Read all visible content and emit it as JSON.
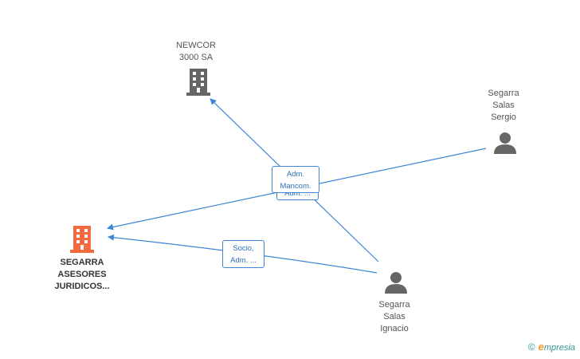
{
  "nodes": {
    "newcor": "NEWCOR\n3000 SA",
    "segarra_asesores": "SEGARRA\nASESORES\nJURIDICOS...",
    "sergio": "Segarra\nSalas\nSergio",
    "ignacio": "Segarra\nSalas\nIgnacio"
  },
  "edges": {
    "adm_mancom": "Adm.\nMancom.",
    "adm_back": "Adm. ...",
    "socio": "Socio,\nAdm. ..."
  },
  "brand": {
    "copyright": "©",
    "e_letter": "e",
    "name": "mpresia"
  },
  "colors": {
    "edge": "#3d85d6",
    "company_main": "#f26a3d",
    "company": "#666666",
    "person": "#666666"
  }
}
